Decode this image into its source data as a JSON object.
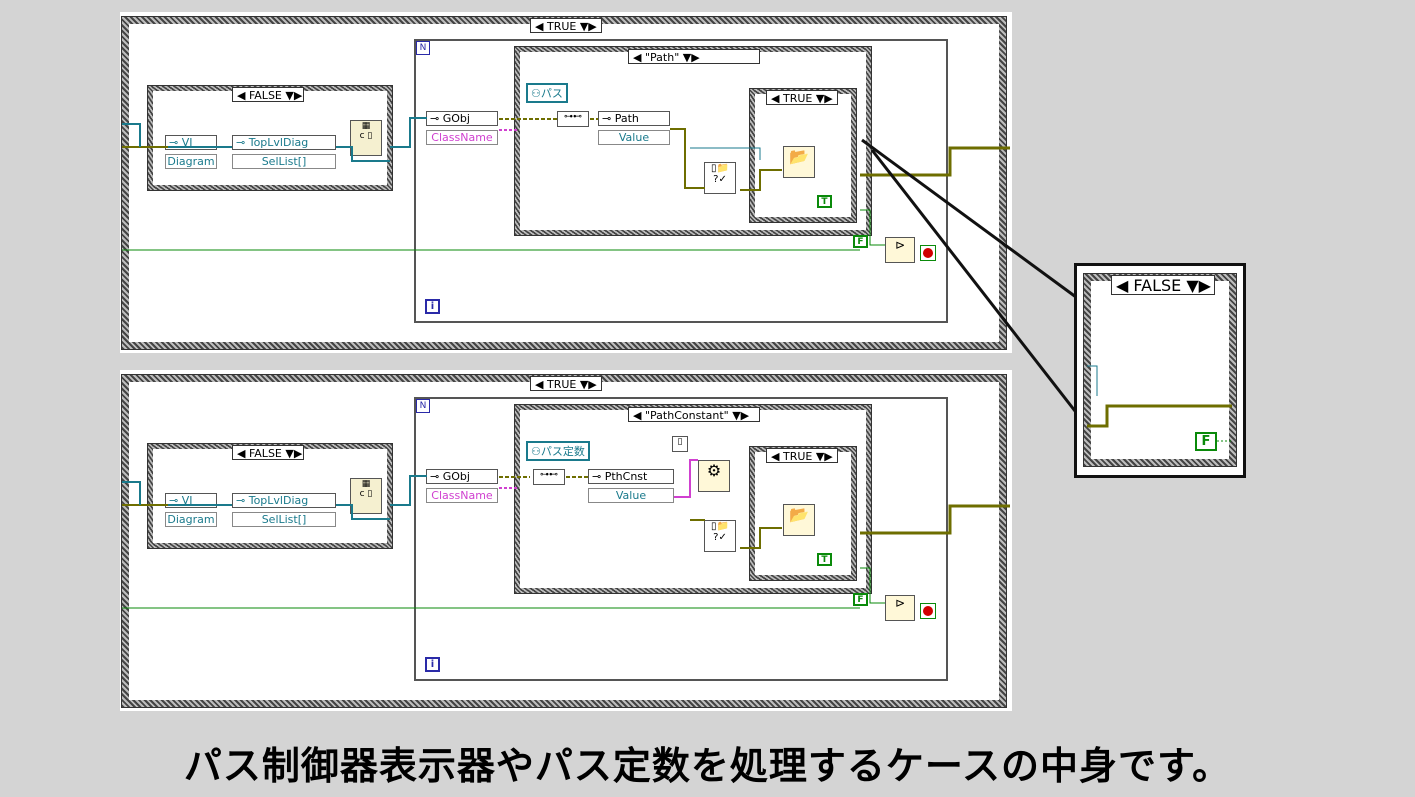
{
  "top": {
    "outer_case": "TRUE",
    "inner_false_case": "FALSE",
    "vi_node": "VI",
    "vi_prop": "Diagram",
    "toplvl_node": "TopLvlDiag",
    "toplvl_prop": "SelList[]",
    "gobj_node": "GObj",
    "gobj_prop": "ClassName",
    "class_case": "\"Path\"",
    "class_const": "パス",
    "path_node": "Path",
    "path_prop": "Value",
    "true_case": "TRUE",
    "bool_true": "T",
    "bool_false": "F",
    "loop_index": "i",
    "n_term": "N"
  },
  "bottom": {
    "outer_case": "TRUE",
    "inner_false_case": "FALSE",
    "vi_node": "VI",
    "vi_prop": "Diagram",
    "toplvl_node": "TopLvlDiag",
    "toplvl_prop": "SelList[]",
    "gobj_node": "GObj",
    "gobj_prop": "ClassName",
    "class_case": "\"PathConstant\"",
    "class_const": "パス定数",
    "path_node": "PthCnst",
    "path_prop": "Value",
    "true_case": "TRUE",
    "bool_true": "T",
    "bool_false": "F",
    "loop_index": "i",
    "n_term": "N"
  },
  "inset": {
    "case": "FALSE",
    "bool_false": "F"
  },
  "caption": "パス制御器表示器やパス定数を処理するケースの中身です。",
  "colors": {
    "background": "#d4d4d4",
    "wire_ref": "#1a7a8c",
    "wire_path": "#6e6e00",
    "wire_bool": "#0a8a0a",
    "wire_string": "#d040d0",
    "stop": "#d00000"
  }
}
